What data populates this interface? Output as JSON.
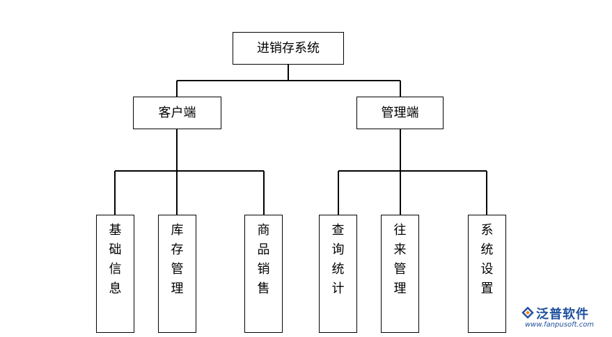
{
  "root": {
    "label": "进销存系统"
  },
  "branches": [
    {
      "label": "客户端",
      "children": [
        "基础信息",
        "库存管理",
        "商品销售"
      ]
    },
    {
      "label": "管理端",
      "children": [
        "查询统计",
        "往来管理",
        "系统设置"
      ]
    }
  ],
  "watermark": {
    "brand": "泛普软件",
    "url": "www.fanpusoft.com",
    "color": "#1d4f9c"
  }
}
